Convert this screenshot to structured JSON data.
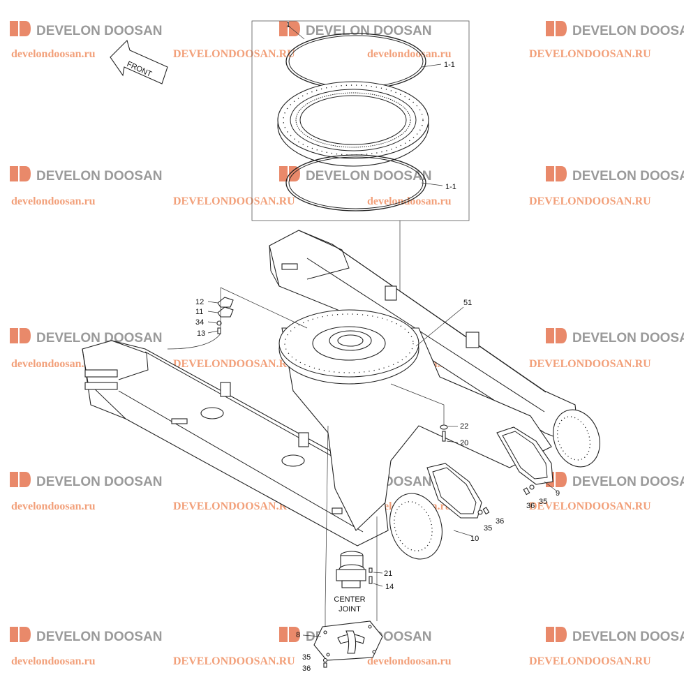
{
  "front_label": "FRONT",
  "watermark": {
    "brand": "DEVELON DOOSAN",
    "site_lower": "develondoosan.ru",
    "site_upper": "DEVELONDOOSAN.RU"
  },
  "callouts": {
    "c1": "1",
    "c1_1_top": "1-1",
    "c1_1_bottom": "1-1",
    "c51": "51",
    "c12": "12",
    "c11": "11",
    "c34": "34",
    "c13": "13",
    "c22": "22",
    "c20": "20",
    "c9": "9",
    "c35a": "35",
    "c36a": "36",
    "c10": "10",
    "c35b": "35",
    "c36b": "36",
    "c21": "21",
    "c14": "14",
    "center_joint_line1": "CENTER",
    "center_joint_line2": "JOINT",
    "c8": "8",
    "c35c": "35",
    "c36c": "36"
  }
}
